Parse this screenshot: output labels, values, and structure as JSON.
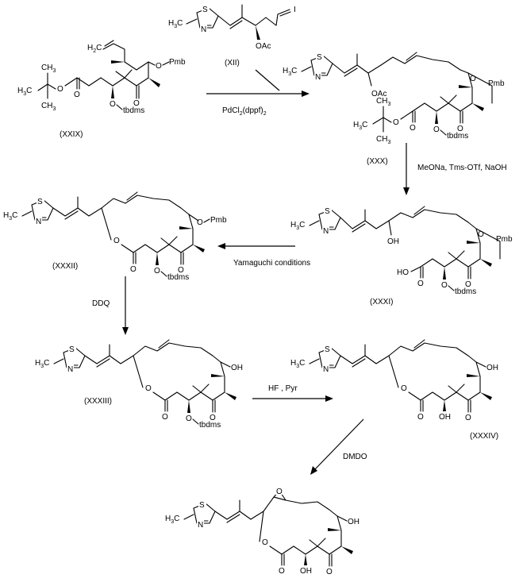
{
  "compounds": {
    "c29": "(XXIX)",
    "c12": "(XII)",
    "c30": "(XXX)",
    "c31": "(XXXI)",
    "c32": "(XXXII)",
    "c33": "(XXXIII)",
    "c34": "(XXXIV)"
  },
  "conditions": {
    "pd_main": "PdCl",
    "pd_sub": "2",
    "pd_rest": "(dppf)",
    "pd_sub2": "2",
    "step2": "MeONa, Tms-OTf, NaOH",
    "yamaguchi": "Yamaguchi conditions",
    "ddq": "DDQ",
    "hf": "HF , Pyr",
    "dmdo": "DMDO"
  },
  "labels": {
    "pmb": "Pmb",
    "tbdms": "tbdms",
    "oac": "OAc",
    "ac": "Ac",
    "o": "O",
    "oh": "OH",
    "ho": "HO",
    "s": "S",
    "n": "N",
    "h3c": "H",
    "h3c_sub": "3",
    "h3c_c": "C",
    "h2c": "H",
    "h2c_sub": "2",
    "h2c_c": "C",
    "i": "I"
  }
}
